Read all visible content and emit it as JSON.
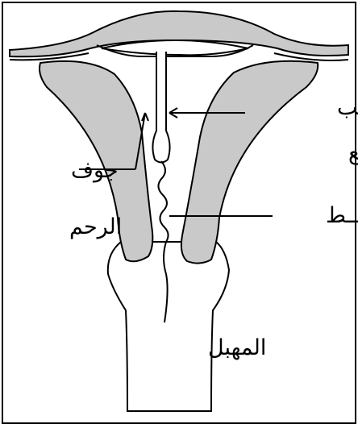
{
  "labels": {
    "iud": "اللولــب",
    "iud_sub": "متموضـــع",
    "cavity": "جوف",
    "cavity_sub": "الرحم",
    "thread": "الخيــط",
    "vagina": "المهبل"
  },
  "colors": {
    "wall_fill": "#c9c9c9",
    "stroke": "#000000",
    "background": "#ffffff"
  }
}
